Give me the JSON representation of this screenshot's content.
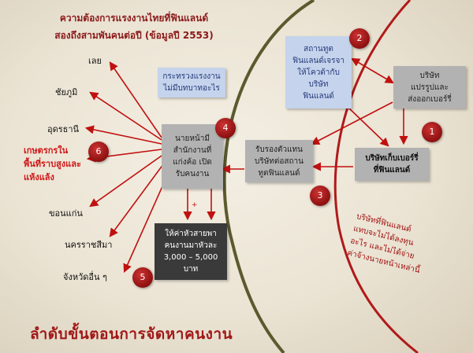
{
  "title": {
    "line1": "ความต้องการแรงงานไทยที่ฟินแลนด์",
    "line2": "สองถึงสามพันคนต่อปี (ข้อมูลปี 2553)"
  },
  "regions": {
    "loei": "เลย",
    "chaiyaphum": "ชัยภูมิ",
    "udon": "อุดรธานี",
    "farmers": "เกษตรกรใน\nพื้นที่ราบสูงและ\nแห้งแล้ง",
    "khonkaen": "ขอนแก่น",
    "korat": "นครราชสีมา",
    "other": "จังหวัดอื่น ๆ"
  },
  "boxes": {
    "ministry": "กระทรวงแรงงาน\nไม่มีบทบาทอะไร",
    "broker": "นายหน้ามี\nสำนักงานที่\nแก่งค้อ เปิด\nรับคนงาน",
    "fee": "ให้ค่าหัวสายพา\nคนงานมาหัวละ\n3,000 – 5,000\nบาท",
    "agent": "รับรองตัวแทน\nบริษัทต่อสถาน\nทูตฟินแลนด์",
    "embassy": "สถานทูต\nฟินแลนด์เจรจา\nให้โควต้ากับ\nบริษัท\nฟินแลนด์",
    "processor": "บริษัท\nแปรรูปและ\nส่งออกเบอร์รี่",
    "picker": "บริษัทเก็บเบอร์รี่\nที่ฟินแลนด์"
  },
  "badges": [
    "1",
    "2",
    "3",
    "4",
    "5",
    "6"
  ],
  "note": "บริษัทที่ฟินแลนด์\nแทบจะไม่ได้ลงทุน\nอะไร และไม่ได้จ่าย\nค่าจ้างนายหน้าเหล่านี้",
  "footer": "ลำดับขั้นตอนการจัดหาคนงาน",
  "colors": {
    "arrow": "#c01010",
    "curve_green": "#5b5a2e",
    "curve_red": "#b01a1a",
    "accent": "#8b1a1a"
  }
}
